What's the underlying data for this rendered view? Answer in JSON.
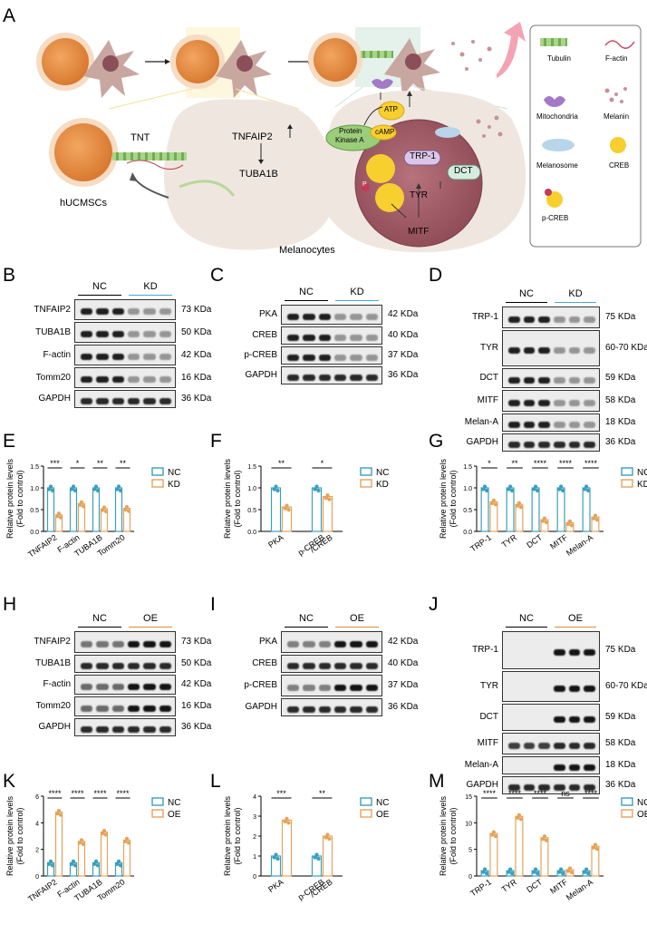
{
  "panels": {
    "A": "A",
    "B": "B",
    "C": "C",
    "D": "D",
    "E": "E",
    "F": "F",
    "G": "G",
    "H": "H",
    "I": "I",
    "J": "J",
    "K": "K",
    "L": "L",
    "M": "M"
  },
  "schematic": {
    "tnt": "TNT",
    "hucmsc": "hUCMSCs",
    "melanocytes": "Melanocytes",
    "tnfaip2": "TNFAIP2",
    "tuba1b": "TUBA1B",
    "atp": "ATP",
    "camp": "cAMP",
    "pka_line1": "Protein",
    "pka_line2": "Kinase A",
    "trp1": "TRP-1",
    "dct": "DCT",
    "tyr": "TYR",
    "mitf": "MITF",
    "p": "P",
    "legend": {
      "tubulin": "Tubulin",
      "factin": "F-actin",
      "mito": "Mitochondria",
      "melanin": "Melanin",
      "melanosome": "Melanosome",
      "creb": "CREB",
      "pcreb": "p-CREB"
    },
    "colors": {
      "cell_orange": "#e8924a",
      "mela_bg": "#efe7df",
      "nucleus": "#a25e68",
      "creb_yellow": "#f7cf2e",
      "pka_green": "#9ccd7a",
      "legend_border": "#777777"
    }
  },
  "blots": {
    "B": {
      "nc": "NC",
      "grp": "KD",
      "grp_color": "#45a9d6",
      "rows": [
        [
          "TNFAIP2",
          "73 KDa"
        ],
        [
          "TUBA1B",
          "50 KDa"
        ],
        [
          "F-actin",
          "42 KDa"
        ],
        [
          "Tomm20",
          "16 KDa"
        ],
        [
          "GAPDH",
          "36 KDa"
        ]
      ]
    },
    "C": {
      "nc": "NC",
      "grp": "KD",
      "grp_color": "#45a9d6",
      "rows": [
        [
          "PKA",
          "42 KDa"
        ],
        [
          "CREB",
          "40 KDa"
        ],
        [
          "p-CREB",
          "37 KDa"
        ],
        [
          "GAPDH",
          "36 KDa"
        ]
      ]
    },
    "D": {
      "nc": "NC",
      "grp": "KD",
      "grp_color": "#45a9d6",
      "rows": [
        [
          "TRP-1",
          "75 KDa"
        ],
        [
          "TYR",
          "60-70 KDa"
        ],
        [
          "DCT",
          "59 KDa"
        ],
        [
          "MITF",
          "58 KDa"
        ],
        [
          "Melan-A",
          "18 KDa"
        ],
        [
          "GAPDH",
          "36 KDa"
        ]
      ]
    },
    "H": {
      "nc": "NC",
      "grp": "OE",
      "grp_color": "#e08a3c",
      "rows": [
        [
          "TNFAIP2",
          "73 KDa"
        ],
        [
          "TUBA1B",
          "50 KDa"
        ],
        [
          "F-actin",
          "42 KDa"
        ],
        [
          "Tomm20",
          "16 KDa"
        ],
        [
          "GAPDH",
          "36 KDa"
        ]
      ]
    },
    "I": {
      "nc": "NC",
      "grp": "OE",
      "grp_color": "#e08a3c",
      "rows": [
        [
          "PKA",
          "42 KDa"
        ],
        [
          "CREB",
          "40 KDa"
        ],
        [
          "p-CREB",
          "37 KDa"
        ],
        [
          "GAPDH",
          "36 KDa"
        ]
      ]
    },
    "J": {
      "nc": "NC",
      "grp": "OE",
      "grp_color": "#e08a3c",
      "rows": [
        [
          "TRP-1",
          "75 KDa"
        ],
        [
          "TYR",
          "60-70 KDa"
        ],
        [
          "DCT",
          "59 KDa"
        ],
        [
          "MITF",
          "58 KDa"
        ],
        [
          "Melan-A",
          "18 KDa"
        ],
        [
          "GAPDH",
          "36 KDa"
        ]
      ]
    }
  },
  "chart_data": [
    {
      "id": "E",
      "type": "bar",
      "ylabel": "Relative protein levels\n(Fold to control)",
      "categories": [
        "TNFAIP2",
        "F-actin",
        "TUBA1B",
        "Tomm20"
      ],
      "series": [
        {
          "name": "NC",
          "values": [
            1.0,
            1.0,
            1.0,
            1.0
          ]
        },
        {
          "name": "KD",
          "values": [
            0.38,
            0.64,
            0.52,
            0.53
          ]
        }
      ],
      "sig": [
        "***",
        "*",
        "**",
        "**"
      ],
      "ylim": [
        0,
        1.5
      ],
      "yticks": [
        0.0,
        0.5,
        1.0,
        1.5
      ],
      "colors": {
        "NC": "#3aa0bd",
        "KD": "#e6a35a"
      },
      "legend": "top-right"
    },
    {
      "id": "F",
      "type": "bar",
      "ylabel": "Relative protein levels\n(Fold to control)",
      "categories": [
        "PKA",
        "p-CREB\n/CREB"
      ],
      "series": [
        {
          "name": "NC",
          "values": [
            1.0,
            1.0
          ]
        },
        {
          "name": "KD",
          "values": [
            0.56,
            0.8
          ]
        }
      ],
      "sig": [
        "**",
        "*"
      ],
      "ylim": [
        0,
        1.5
      ],
      "yticks": [
        0.0,
        0.5,
        1.0,
        1.5
      ],
      "colors": {
        "NC": "#3aa0bd",
        "KD": "#e6a35a"
      },
      "legend": "top-right"
    },
    {
      "id": "G",
      "type": "bar",
      "ylabel": "Relative protein levels\n(Fold to control)",
      "categories": [
        "TRP-1",
        "TYR",
        "DCT",
        "MITF",
        "Melan-A"
      ],
      "series": [
        {
          "name": "NC",
          "values": [
            1.0,
            1.0,
            1.0,
            1.0,
            1.0
          ]
        },
        {
          "name": "KD",
          "values": [
            0.68,
            0.62,
            0.27,
            0.2,
            0.33
          ]
        }
      ],
      "sig": [
        "*",
        "**",
        "****",
        "****",
        "****"
      ],
      "ylim": [
        0,
        1.5
      ],
      "yticks": [
        0.0,
        0.5,
        1.0,
        1.5
      ],
      "colors": {
        "NC": "#3aa0bd",
        "KD": "#e6a35a"
      },
      "legend": "top-right"
    },
    {
      "id": "K",
      "type": "bar",
      "ylabel": "Relative protein levels\n(Fold to control)",
      "categories": [
        "TNFAIP2",
        "F-actin",
        "TUBA1B",
        "Tomm20"
      ],
      "series": [
        {
          "name": "NC",
          "values": [
            1.0,
            1.0,
            1.0,
            1.0
          ]
        },
        {
          "name": "OE",
          "values": [
            4.8,
            2.6,
            3.3,
            2.7
          ]
        }
      ],
      "sig": [
        "****",
        "****",
        "****",
        "****"
      ],
      "ylim": [
        0,
        6
      ],
      "yticks": [
        0,
        2,
        4,
        6
      ],
      "colors": {
        "NC": "#3aa0bd",
        "OE": "#e6a35a"
      },
      "legend": "top-right"
    },
    {
      "id": "L",
      "type": "bar",
      "ylabel": "Relative protein levels\n(Fold to control)",
      "categories": [
        "PKA",
        "p-CREB\n/CREB"
      ],
      "series": [
        {
          "name": "NC",
          "values": [
            1.0,
            1.0
          ]
        },
        {
          "name": "OE",
          "values": [
            2.8,
            2.0
          ]
        }
      ],
      "sig": [
        "***",
        "**"
      ],
      "ylim": [
        0,
        4
      ],
      "yticks": [
        0,
        1,
        2,
        3,
        4
      ],
      "colors": {
        "NC": "#3aa0bd",
        "OE": "#e6a35a"
      },
      "legend": "top-right"
    },
    {
      "id": "M",
      "type": "bar",
      "ylabel": "Relative protein levels\n(Fold to control)",
      "categories": [
        "TRP-1",
        "TYR",
        "DCT",
        "MITF",
        "Melan-A"
      ],
      "series": [
        {
          "name": "NC",
          "values": [
            1.0,
            1.0,
            1.0,
            1.0,
            1.0
          ]
        },
        {
          "name": "OE",
          "values": [
            8.0,
            11.2,
            7.2,
            1.2,
            5.6
          ]
        }
      ],
      "sig": [
        "****",
        "****",
        "****",
        "ns",
        "****"
      ],
      "ylim": [
        0,
        15
      ],
      "yticks": [
        0,
        5,
        10,
        15
      ],
      "colors": {
        "NC": "#3aa0bd",
        "OE": "#e6a35a"
      },
      "legend": "top-right"
    }
  ]
}
